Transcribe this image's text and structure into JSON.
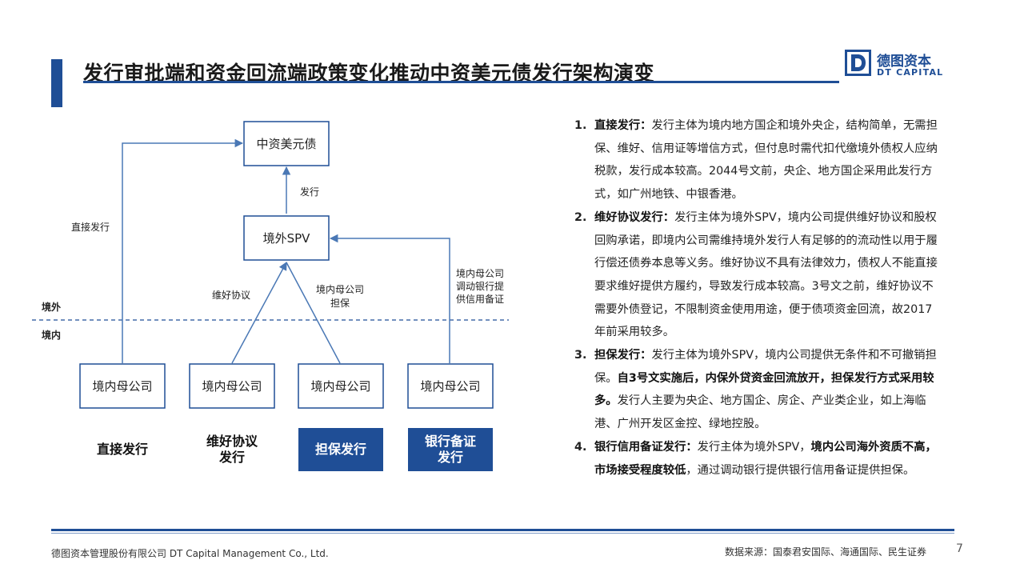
{
  "header": {
    "title": "发行审批端和资金回流端政策变化推动中资美元债发行架构演变",
    "logo_cn": "德图资本",
    "logo_en": "DT CAPITAL",
    "accent_color": "#1f4e96"
  },
  "diagram": {
    "top_box": "中资美元债",
    "spv_box": "境外SPV",
    "label_issue": "发行",
    "label_direct": "直接发行",
    "label_keepwell": "维好协议",
    "label_guarantee": [
      "境内母公司",
      "担保"
    ],
    "label_bank": [
      "境内母公司",
      "调动银行提",
      "供信用备证"
    ],
    "region_offshore": "境外",
    "region_onshore": "境内",
    "parents": [
      "境内母公司",
      "境内母公司",
      "境内母公司",
      "境内母公司"
    ],
    "forms": [
      {
        "lines": [
          "直接发行"
        ],
        "style": "plain"
      },
      {
        "lines": [
          "维好协议",
          "发行"
        ],
        "style": "plain"
      },
      {
        "lines": [
          "担保发行"
        ],
        "style": "filled"
      },
      {
        "lines": [
          "银行备证",
          "发行"
        ],
        "style": "filled"
      }
    ]
  },
  "right_text": {
    "items": [
      {
        "num": "1.",
        "segments": [
          {
            "t": "直接发行：",
            "b": true
          },
          {
            "t": "发行主体为境内地方国企和境外央企，结构简单，无需担保、维好、信用证等增信方式，但付息时需代扣代缴境外债权人应纳税款，发行成本较高。2044号文前，央企、地方国企采用此发行方式，如广州地铁、中银香港。",
            "b": false
          }
        ]
      },
      {
        "num": "2.",
        "segments": [
          {
            "t": "维好协议发行：",
            "b": true
          },
          {
            "t": "发行主体为境外SPV，境内公司提供维好协议和股权回购承诺，即境内公司需维持境外发行人有足够的的流动性以用于履行偿还债券本息等义务。维好协议不具有法律效力，债权人不能直接要求维好提供方履约，导致发行成本较高。3号文之前，维好协议不需要外债登记，不限制资金使用用途，便于债项资金回流，故2017年前采用较多。",
            "b": false
          }
        ]
      },
      {
        "num": "3.",
        "segments": [
          {
            "t": "担保发行：",
            "b": true
          },
          {
            "t": "发行主体为境外SPV，境内公司提供无条件和不可撤销担保。",
            "b": false
          },
          {
            "t": "自3号文实施后，内保外贷资金回流放开，担保发行方式采用较多。",
            "b": true
          },
          {
            "t": "发行人主要为央企、地方国企、房企、产业类企业，如上海临港、广州开发区金控、绿地控股。",
            "b": false
          }
        ]
      },
      {
        "num": "4.",
        "segments": [
          {
            "t": "银行信用备证发行：",
            "b": true
          },
          {
            "t": "发行主体为境外SPV，",
            "b": false
          },
          {
            "t": "境内公司海外资质不高，市场接受程度较低",
            "b": true
          },
          {
            "t": "，通过调动银行提供银行信用备证提供担保。",
            "b": false
          }
        ]
      }
    ]
  },
  "footer": {
    "company": "德图资本管理股份有限公司  DT Capital Management  Co., Ltd.",
    "source": "数据来源：国泰君安国际、海通国际、民生证券",
    "page": "7"
  }
}
